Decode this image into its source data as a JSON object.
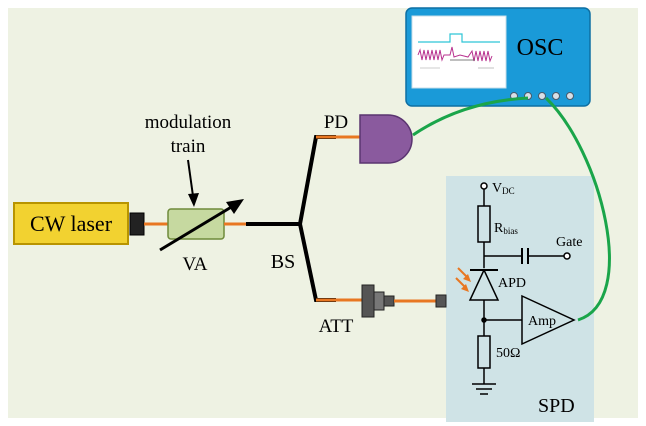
{
  "labels": {
    "cw_laser": "CW laser",
    "va": "VA",
    "modulation_line1": "modulation",
    "modulation_line2": "train",
    "bs": "BS",
    "pd": "PD",
    "att": "ATT",
    "osc": "OSC",
    "spd": "SPD",
    "apd": "APD",
    "amp": "Amp",
    "gate": "Gate",
    "vdc_main": "V",
    "vdc_sub": "DC",
    "rbias_main": "R",
    "rbias_sub": "bias",
    "resistor_50": "50Ω"
  },
  "colors": {
    "background": "#eef2e3",
    "fiber": "#e87722",
    "cable": "#1aa54a",
    "laser_fill": "#f2d230",
    "va_fill": "#c6d9a0",
    "pd_fill": "#8a5a9e",
    "osc_fill": "#1a9ad8",
    "spd_panel": "#cfe3e6",
    "circuit": "#000000"
  },
  "icons": {
    "laser": "cw-laser-box-icon",
    "attenuator": "variable-attenuator-icon",
    "photodiode": "photodetector-icon",
    "oscilloscope": "oscilloscope-icon",
    "apd": "avalanche-photodiode-icon",
    "amplifier": "amplifier-triangle-icon",
    "ground": "ground-icon"
  }
}
